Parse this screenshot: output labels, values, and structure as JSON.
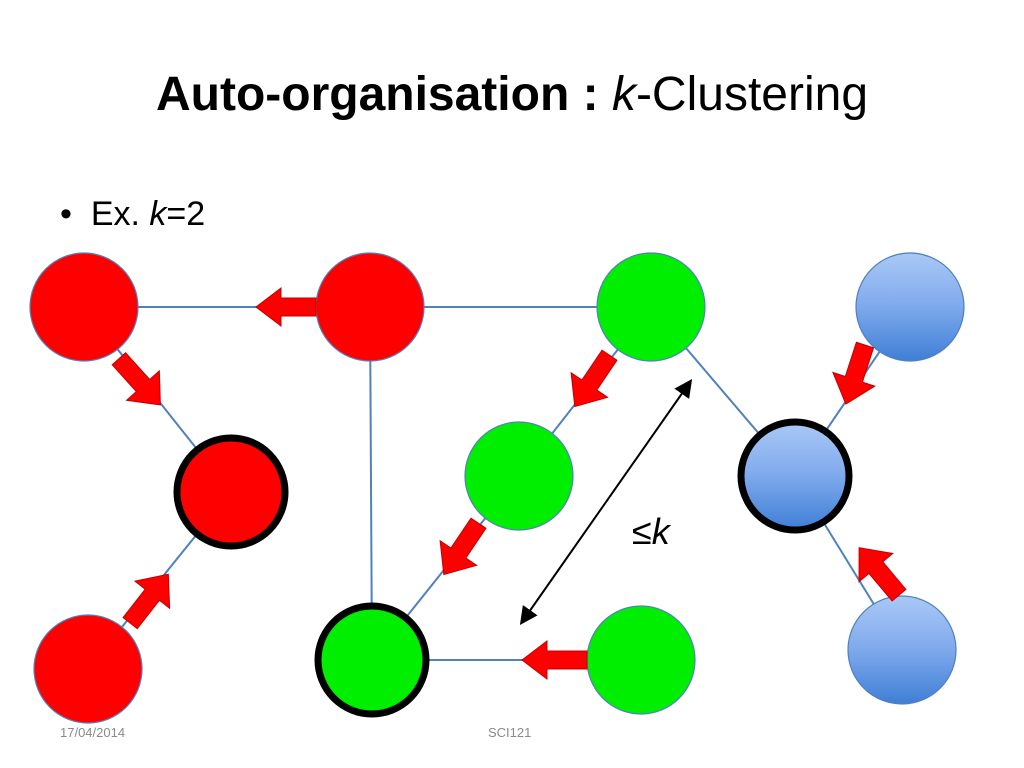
{
  "slide": {
    "title_bold": "Auto-organisation :",
    "title_k": "k",
    "title_rest": "-Clustering",
    "bullet_mark": "•",
    "bullet_prefix": "Ex.",
    "bullet_k": "k",
    "bullet_rest": "=2",
    "distance_leq": "≤",
    "distance_k": "k",
    "footer_date": "17/04/2014",
    "footer_code": "SCI121"
  },
  "colors": {
    "red": "#ff0000",
    "green": "#00ee00",
    "blue_light": "#a9c8f5",
    "blue_dark": "#3f7fd6",
    "edge": "#4f81bd",
    "arrow": "#ff0000",
    "clusterhead_border": "#000000"
  },
  "clusters": [
    {
      "name": "red",
      "nodes": 4,
      "clusterhead": 1
    },
    {
      "name": "green",
      "nodes": 4,
      "clusterhead": 1
    },
    {
      "name": "blue",
      "nodes": 3,
      "clusterhead": 1
    }
  ]
}
